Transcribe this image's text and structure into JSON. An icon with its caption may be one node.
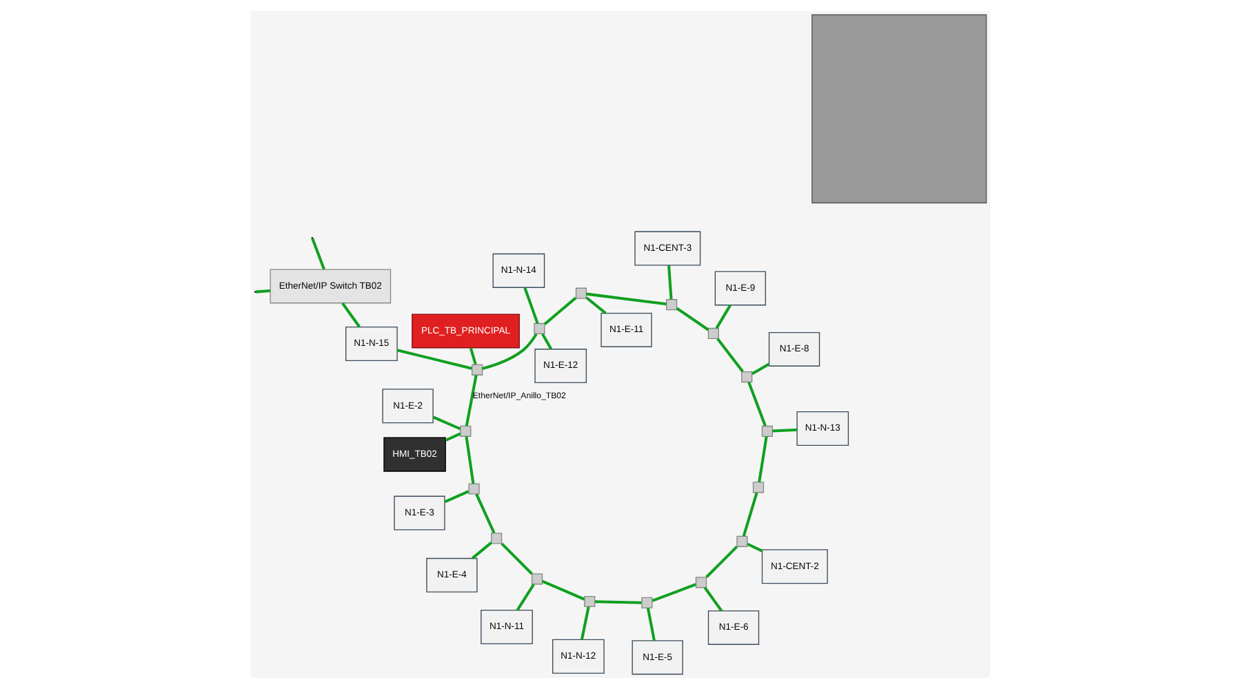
{
  "diagram": {
    "nodes": [
      {
        "text": [],
        "shape": "box"
      },
      {
        "text": [
          "EtherNet/IP Switch TB02"
        ]
      },
      {
        "text": [
          "PLC_TB_PRINCIPAL"
        ]
      },
      {
        "text": [
          "HMI_TB02"
        ]
      },
      {
        "text": [
          "N1-E-2"
        ]
      },
      {
        "text": [
          "N1-E-3"
        ]
      },
      {
        "text": [
          "N1-E-4"
        ]
      },
      {
        "text": [
          "N1-N-11"
        ]
      },
      {
        "text": [
          "N1-N-12"
        ]
      },
      {
        "text": [
          "N1-E-5"
        ]
      },
      {
        "text": [
          "N1-E-6"
        ]
      },
      {
        "text": [
          "N1-CENT-2"
        ]
      },
      {
        "text": [
          "N1-N-13"
        ]
      },
      {
        "text": [
          "N1-E-8"
        ]
      },
      {
        "text": [
          "N1-E-9"
        ]
      },
      {
        "text": [
          "N1-CENT-3"
        ]
      },
      {
        "text": [
          "N1-E-11"
        ]
      },
      {
        "text": [
          "N1-E-12"
        ]
      },
      {
        "text": [
          "N1-N-14"
        ]
      },
      {
        "text": [
          "N1-N-15"
        ]
      },
      {
        "text": [],
        "shape": "box"
      },
      {
        "text": [],
        "shape": "box"
      },
      {
        "text": [],
        "shape": "box"
      },
      {
        "text": [],
        "shape": "box"
      },
      {
        "text": [],
        "shape": "box"
      },
      {
        "text": [],
        "shape": "box"
      },
      {
        "text": [],
        "shape": "box"
      },
      {
        "text": [],
        "shape": "box"
      },
      {
        "text": [],
        "shape": "box"
      },
      {
        "text": [],
        "shape": "box"
      },
      {
        "text": [],
        "shape": "box"
      },
      {
        "text": [],
        "shape": "box"
      },
      {
        "text": [],
        "shape": "box"
      },
      {
        "text": [],
        "shape": "box"
      },
      {
        "text": [],
        "shape": "box"
      },
      {
        "text": [],
        "shape": "box"
      }
    ],
    "edges": [
      {
        "from": null,
        "to": 1,
        "arrow": "none"
      },
      {
        "from": 1,
        "to": null,
        "arrow": "none"
      },
      {
        "from": 1,
        "to": 19,
        "arrow": "none"
      },
      {
        "from": 19,
        "to": 35,
        "arrow": "none"
      },
      {
        "from": 2,
        "to": 35,
        "arrow": "none"
      },
      {
        "from": 3,
        "to": 20,
        "arrow": "none"
      },
      {
        "from": 35,
        "to": 20,
        "arrow": "none",
        "label": "EtherNet/IP_Anillo_TB02"
      },
      {
        "from": 20,
        "to": 21,
        "arrow": "none"
      },
      {
        "from": 21,
        "to": 22,
        "arrow": "none"
      },
      {
        "from": 22,
        "to": 23,
        "arrow": "none"
      },
      {
        "from": 23,
        "to": 24,
        "arrow": "none"
      },
      {
        "from": 24,
        "to": 25,
        "arrow": "none"
      },
      {
        "from": 25,
        "to": 26,
        "arrow": "none"
      },
      {
        "from": 26,
        "to": 27,
        "arrow": "none"
      },
      {
        "from": 27,
        "to": 28,
        "arrow": "none"
      },
      {
        "from": 28,
        "to": 29,
        "arrow": "none"
      },
      {
        "from": 29,
        "to": 30,
        "arrow": "none"
      },
      {
        "from": 30,
        "to": 31,
        "arrow": "none"
      },
      {
        "from": 31,
        "to": 32,
        "arrow": "none"
      },
      {
        "from": 32,
        "to": 33,
        "arrow": "none"
      },
      {
        "from": 33,
        "to": 34,
        "arrow": "none"
      },
      {
        "from": 34,
        "to": 35,
        "arrow": "none"
      },
      {
        "from": 4,
        "to": 20,
        "arrow": "none"
      },
      {
        "from": 5,
        "to": 21,
        "arrow": "none"
      },
      {
        "from": 6,
        "to": 22,
        "arrow": "none"
      },
      {
        "from": 7,
        "to": 23,
        "arrow": "none"
      },
      {
        "from": 8,
        "to": 24,
        "arrow": "none"
      },
      {
        "from": 9,
        "to": 25,
        "arrow": "none"
      },
      {
        "from": 10,
        "to": 26,
        "arrow": "none"
      },
      {
        "from": 11,
        "to": 27,
        "arrow": "none"
      },
      {
        "from": 12,
        "to": 29,
        "arrow": "none"
      },
      {
        "from": 13,
        "to": 30,
        "arrow": "none"
      },
      {
        "from": 14,
        "to": 31,
        "arrow": "none"
      },
      {
        "from": 15,
        "to": 32,
        "arrow": "none"
      },
      {
        "from": 16,
        "to": 33,
        "arrow": "none"
      },
      {
        "from": 17,
        "to": 34,
        "arrow": "none"
      },
      {
        "from": 18,
        "to": 34,
        "arrow": "none"
      }
    ]
  }
}
